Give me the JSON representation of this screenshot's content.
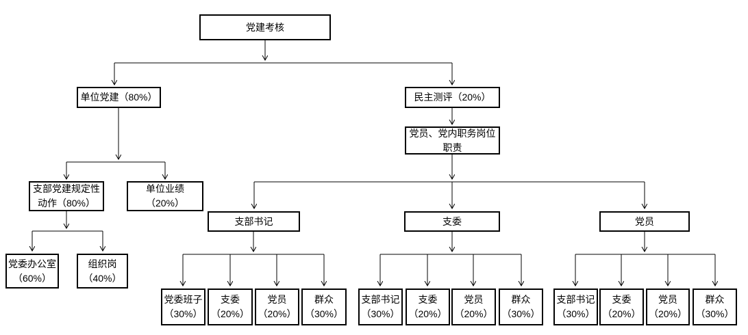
{
  "page": {
    "background_color": "#ffffff",
    "line_color": "#000000",
    "box_border_color": "#000000",
    "text_color": "#000000"
  },
  "nodes": {
    "top": {
      "line1": "党建考核"
    },
    "unit": {
      "line1": "单位党建（80%）"
    },
    "demo": {
      "line1": "民主测评（20%）"
    },
    "resp": {
      "line1": "党员、党内职务岗位",
      "line2": "职责"
    },
    "stip": {
      "line1": "支部党建规定性",
      "line2": "动作（80%）"
    },
    "perf": {
      "line1": "单位业绩",
      "line2": "（20%）"
    },
    "office": {
      "line1": "党委办公室",
      "line2": "（60%）"
    },
    "org": {
      "line1": "组织岗",
      "line2": "（40%）"
    },
    "sec": {
      "line1": "支部书记"
    },
    "cmte": {
      "line1": "支委"
    },
    "member": {
      "line1": "党员"
    },
    "a1": {
      "line1": "党委班子",
      "line2": "（30%）"
    },
    "a2": {
      "line1": "支委",
      "line2": "（20%）"
    },
    "a3": {
      "line1": "党员",
      "line2": "（20%）"
    },
    "a4": {
      "line1": "群众",
      "line2": "（30%）"
    },
    "b1": {
      "line1": "支部书记",
      "line2": "（30%）"
    },
    "b2": {
      "line1": "支委",
      "line2": "（20%）"
    },
    "b3": {
      "line1": "党员",
      "line2": "（20%）"
    },
    "b4": {
      "line1": "群众",
      "line2": "（30%）"
    },
    "c1": {
      "line1": "支部书记",
      "line2": "（30%）"
    },
    "c2": {
      "line1": "支委",
      "line2": "（20%）"
    },
    "c3": {
      "line1": "党员",
      "line2": "（20%）"
    },
    "c4": {
      "line1": "群众",
      "line2": "（30%）"
    }
  },
  "edges": [
    {
      "from": "top",
      "to": "unit"
    },
    {
      "from": "top",
      "to": "demo"
    },
    {
      "from": "unit",
      "to": "stip"
    },
    {
      "from": "unit",
      "to": "perf"
    },
    {
      "from": "stip",
      "to": "office"
    },
    {
      "from": "stip",
      "to": "org"
    },
    {
      "from": "demo",
      "to": "resp"
    },
    {
      "from": "resp",
      "to": "sec"
    },
    {
      "from": "resp",
      "to": "cmte"
    },
    {
      "from": "resp",
      "to": "member"
    },
    {
      "from": "sec",
      "to": "a1"
    },
    {
      "from": "sec",
      "to": "a2"
    },
    {
      "from": "sec",
      "to": "a3"
    },
    {
      "from": "sec",
      "to": "a4"
    },
    {
      "from": "cmte",
      "to": "b1"
    },
    {
      "from": "cmte",
      "to": "b2"
    },
    {
      "from": "cmte",
      "to": "b3"
    },
    {
      "from": "cmte",
      "to": "b4"
    },
    {
      "from": "member",
      "to": "c1"
    },
    {
      "from": "member",
      "to": "c2"
    },
    {
      "from": "member",
      "to": "c3"
    },
    {
      "from": "member",
      "to": "c4"
    }
  ]
}
